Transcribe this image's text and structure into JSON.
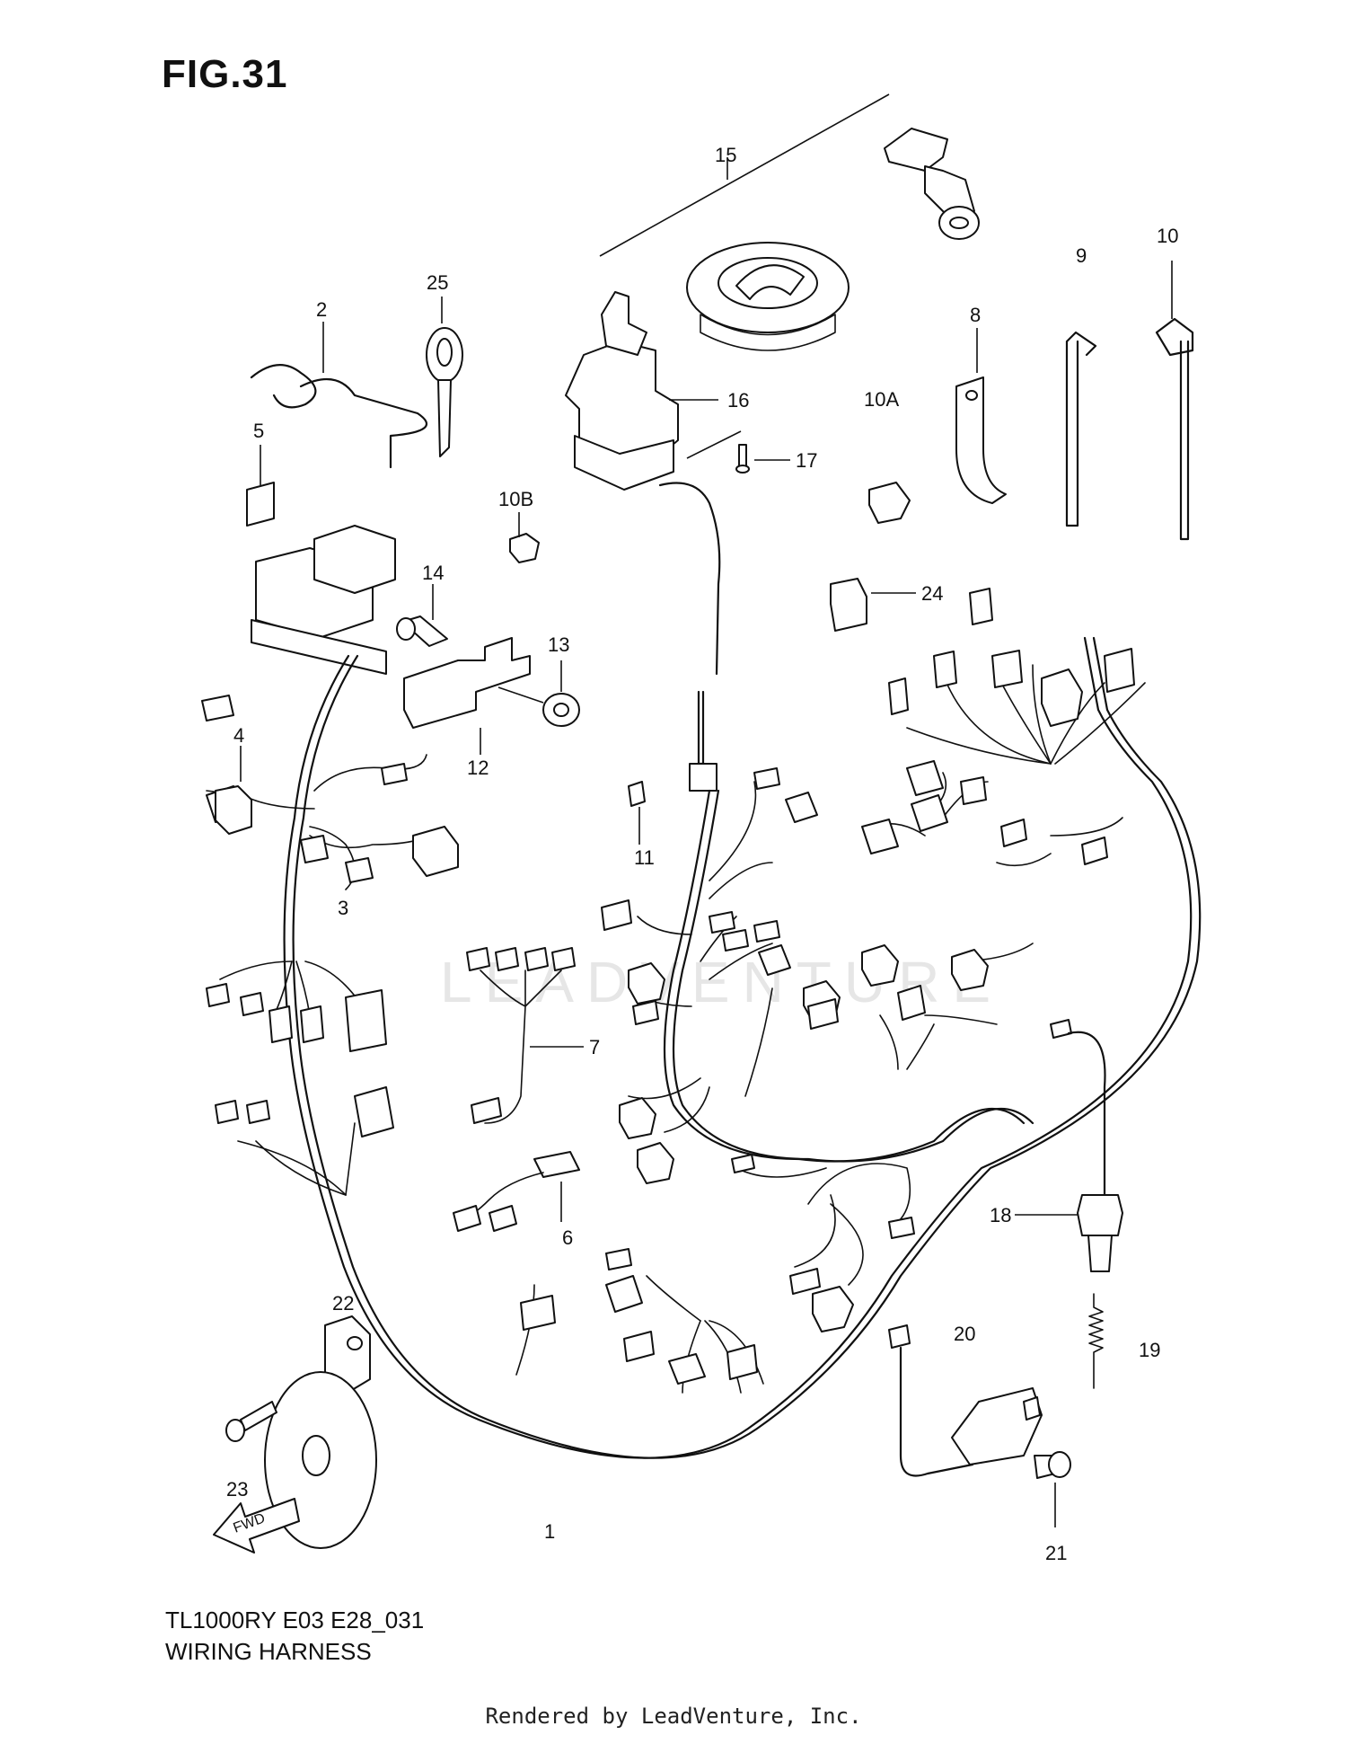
{
  "figure": {
    "title": "FIG.31"
  },
  "footer": {
    "model_code": "TL1000RY E03 E28_031",
    "section_name": "WIRING HARNESS"
  },
  "credit": "Rendered by LeadVenture, Inc.",
  "watermark": "LEADVENTURE",
  "arrow_label": "FWD",
  "callouts": [
    "1",
    "2",
    "3",
    "4",
    "5",
    "6",
    "7",
    "8",
    "9",
    "10",
    "10A",
    "10B",
    "11",
    "12",
    "13",
    "14",
    "15",
    "16",
    "17",
    "18",
    "19",
    "20",
    "21",
    "22",
    "23",
    "24",
    "25"
  ]
}
